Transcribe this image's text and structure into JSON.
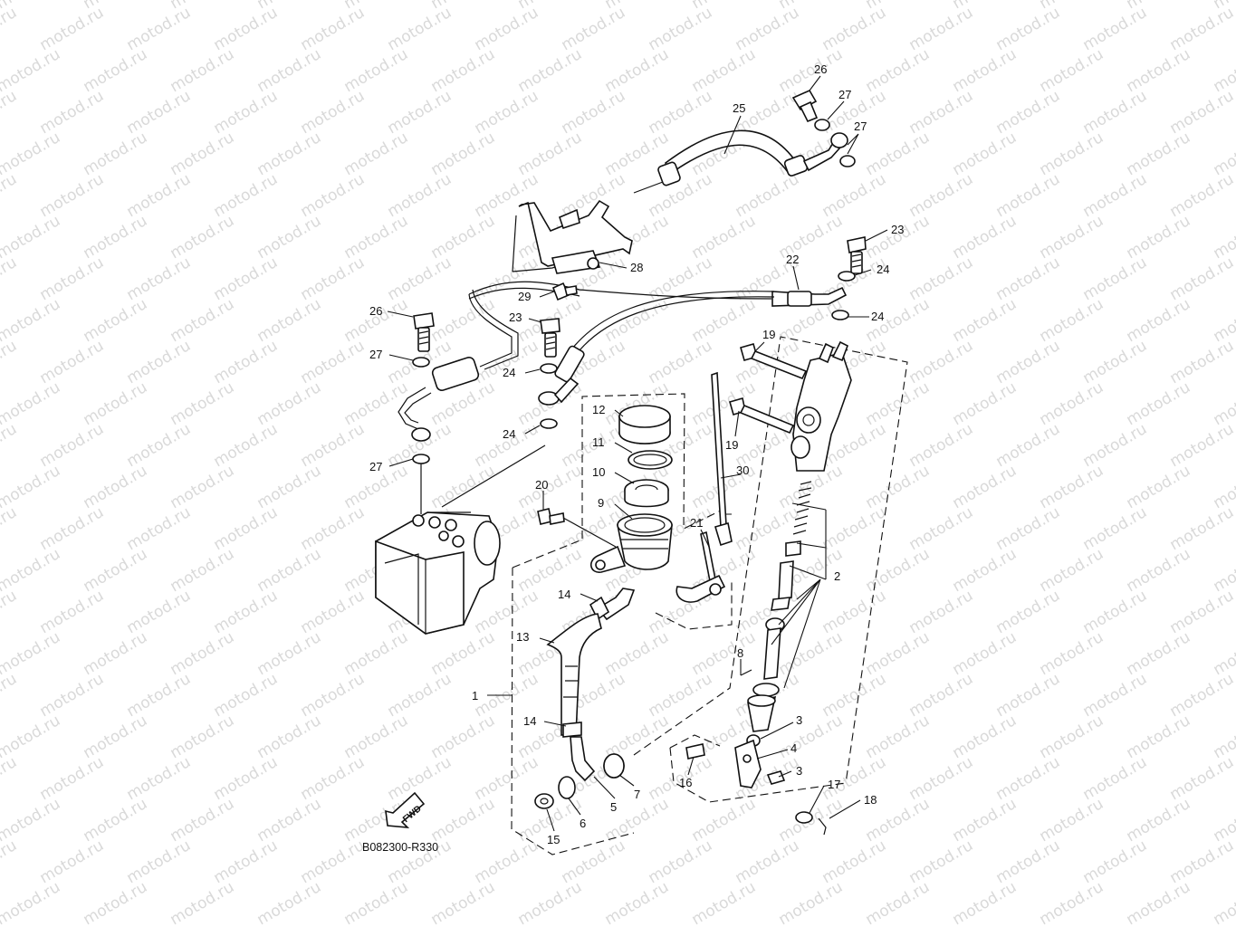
{
  "diagram": {
    "code": "B082300-R330",
    "fwd_label": "FWD",
    "watermark": "motod.ru",
    "callouts": [
      {
        "id": "c1",
        "label": "1"
      },
      {
        "id": "c2",
        "label": "2"
      },
      {
        "id": "c3a",
        "label": "3"
      },
      {
        "id": "c3b",
        "label": "3"
      },
      {
        "id": "c4",
        "label": "4"
      },
      {
        "id": "c5",
        "label": "5"
      },
      {
        "id": "c6",
        "label": "6"
      },
      {
        "id": "c7",
        "label": "7"
      },
      {
        "id": "c8",
        "label": "8"
      },
      {
        "id": "c9",
        "label": "9"
      },
      {
        "id": "c10",
        "label": "10"
      },
      {
        "id": "c11",
        "label": "11"
      },
      {
        "id": "c12",
        "label": "12"
      },
      {
        "id": "c13",
        "label": "13"
      },
      {
        "id": "c14a",
        "label": "14"
      },
      {
        "id": "c14b",
        "label": "14"
      },
      {
        "id": "c15",
        "label": "15"
      },
      {
        "id": "c16",
        "label": "16"
      },
      {
        "id": "c17",
        "label": "17"
      },
      {
        "id": "c18",
        "label": "18"
      },
      {
        "id": "c19a",
        "label": "19"
      },
      {
        "id": "c19b",
        "label": "19"
      },
      {
        "id": "c20",
        "label": "20"
      },
      {
        "id": "c21",
        "label": "21"
      },
      {
        "id": "c22",
        "label": "22"
      },
      {
        "id": "c23a",
        "label": "23"
      },
      {
        "id": "c23b",
        "label": "23"
      },
      {
        "id": "c24a",
        "label": "24"
      },
      {
        "id": "c24b",
        "label": "24"
      },
      {
        "id": "c24c",
        "label": "24"
      },
      {
        "id": "c24d",
        "label": "24"
      },
      {
        "id": "c25",
        "label": "25"
      },
      {
        "id": "c26a",
        "label": "26"
      },
      {
        "id": "c26b",
        "label": "26"
      },
      {
        "id": "c27a",
        "label": "27"
      },
      {
        "id": "c27b",
        "label": "27"
      },
      {
        "id": "c27c",
        "label": "27"
      },
      {
        "id": "c27d",
        "label": "27"
      },
      {
        "id": "c28",
        "label": "28"
      },
      {
        "id": "c29",
        "label": "29"
      },
      {
        "id": "c30",
        "label": "30"
      }
    ]
  }
}
